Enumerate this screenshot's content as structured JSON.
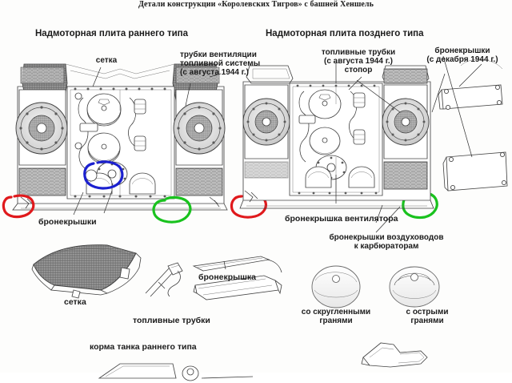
{
  "document": {
    "title": "Детали конструкции «Королевских Тигров» с башней Хеншель",
    "language": "ru"
  },
  "sections": {
    "left_heading": "Надмоторная плита раннего типа",
    "right_heading": "Надмоторная плита позднего типа"
  },
  "annotations": {
    "mesh_top": "сетка",
    "vent_tubes_line1": "трубки вентиляции",
    "vent_tubes_line2": "топливной системы",
    "vent_tubes_line3": "(с августа 1944 г.)",
    "fuel_tubes_line1": "топливные трубки",
    "fuel_tubes_line2": "(с августа 1944 г.)",
    "stopper": "стопор",
    "armor_covers_dec_line1": "бронекрышки",
    "armor_covers_dec_line2": "(с декабря 1944 г.)",
    "armor_covers_left": "бронекрышки",
    "fan_armor_cover": "бронекрышка вентилятора",
    "carb_ducts_line1": "бронекрышки воздуховодов",
    "carb_ducts_line2": "к карбюраторам"
  },
  "details": {
    "mesh_caption": "сетка",
    "armor_cover_caption": "бронекрышка",
    "fuel_tubes_caption": "топливные трубки",
    "rounded_edges_line1": "со скругленными",
    "rounded_edges_line2": "гранями",
    "sharp_edges_line1": "с острыми",
    "sharp_edges_line2": "гранями",
    "hull_rear_caption": "корма танка раннего типа"
  },
  "markers": {
    "red": "#e0191c",
    "green": "#19c21e",
    "blue": "#1b20cf",
    "red_count": 2,
    "green_count": 2,
    "blue_count": 2
  },
  "colors": {
    "page_background": "#fdfdfc",
    "line": "#3f3f3f",
    "text": "#1b1b1b"
  }
}
